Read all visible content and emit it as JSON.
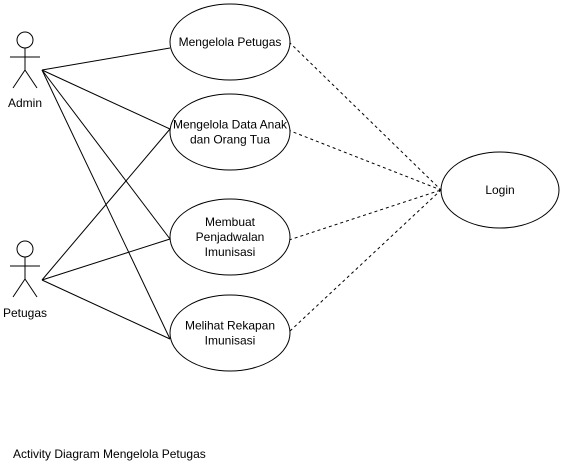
{
  "diagram": {
    "actors": [
      {
        "id": "admin",
        "label": "Admin"
      },
      {
        "id": "petugas",
        "label": "Petugas"
      }
    ],
    "use_cases": [
      {
        "id": "uc1",
        "lines": [
          "Mengelola Petugas"
        ]
      },
      {
        "id": "uc2",
        "lines": [
          "Mengelola Data Anak",
          "dan Orang Tua"
        ]
      },
      {
        "id": "uc3",
        "lines": [
          "Membuat",
          "Penjadwalan",
          "Imunisasi"
        ]
      },
      {
        "id": "uc4",
        "lines": [
          "Melihat Rekapan",
          "Imunisasi"
        ]
      },
      {
        "id": "login",
        "lines": [
          "Login"
        ]
      }
    ],
    "associations": [
      [
        "admin",
        "uc1"
      ],
      [
        "admin",
        "uc2"
      ],
      [
        "admin",
        "uc3"
      ],
      [
        "admin",
        "uc4"
      ],
      [
        "petugas",
        "uc2"
      ],
      [
        "petugas",
        "uc3"
      ],
      [
        "petugas",
        "uc4"
      ]
    ],
    "dependencies": [
      [
        "uc1",
        "login"
      ],
      [
        "uc2",
        "login"
      ],
      [
        "uc3",
        "login"
      ],
      [
        "uc4",
        "login"
      ]
    ],
    "caption": "Activity Diagram Mengelola Petugas"
  }
}
